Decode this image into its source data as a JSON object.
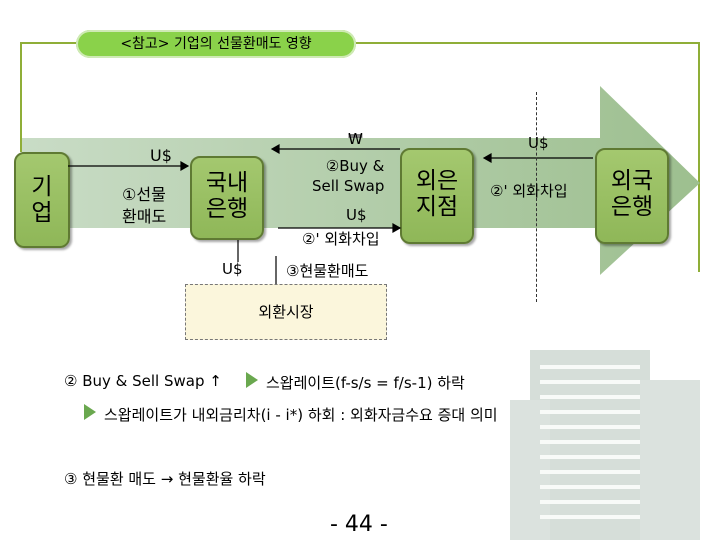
{
  "title": "<참고>  기업의 선물환매도 영향",
  "nodes": {
    "company": "기\n업",
    "domestic_bank": "국내\n은행",
    "foreign_branch": "외은\n지점",
    "foreign_bank": "외국\n은행",
    "fx_market": "외환시장"
  },
  "labels": {
    "usd_company_top": "U$",
    "forward_sale": "①선물\n환매도",
    "usd_company_bottom": "U$",
    "won_top": "₩",
    "buy_sell_swap": "②Buy &\nSell Swap",
    "usd_mid": "U$",
    "fx_borrow_left": "②' 외화차입",
    "spot_sale": "③현물환매도",
    "usd_right": "U$",
    "fx_borrow_right": "②' 외화차입"
  },
  "notes": {
    "line1_prefix": "② Buy & Sell Swap ↑",
    "line1_suffix": "스왑레이트(f-s/s = f/s-1) 하락",
    "line2": "스왑레이트가 내외금리차(i - i*) 하회  : 외화자금수요 증대 의미",
    "line3": "③ 현물환 매도 → 현물환율 하락"
  },
  "page_number": "- 44 -",
  "colors": {
    "title_bg": "#8ad24a",
    "arrow": "#a7c2a3",
    "box": "#9bc064",
    "frame": "#8fae38"
  }
}
